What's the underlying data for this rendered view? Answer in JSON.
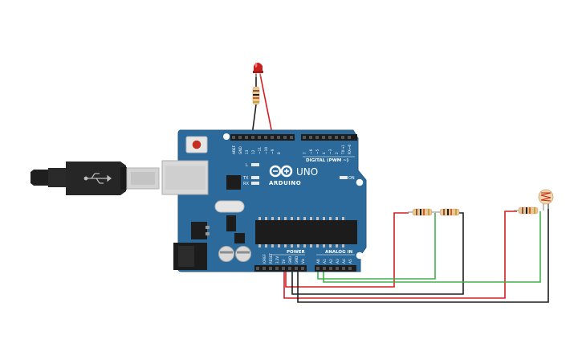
{
  "board": {
    "brand": "ARDUINO",
    "model": "UNO",
    "digital_label": "DIGITAL (PWM ~)",
    "power_label": "POWER",
    "analog_label": "ANALOG IN",
    "on_label": "ON",
    "led_l": "L",
    "led_tx": "TX",
    "led_rx": "RX",
    "digital_pins": [
      "AREF",
      "GND",
      "13",
      "12",
      "~11",
      "~10",
      "~9",
      "8",
      "7",
      "~6",
      "~5",
      "4",
      "~3",
      "2",
      "TX→1",
      "RX←0"
    ],
    "power_pins": [
      "IOREF",
      "RESET",
      "3.3V",
      "5V",
      "GND",
      "GND",
      "Vin"
    ],
    "analog_pins": [
      "A0",
      "A1",
      "A2",
      "A3",
      "A4",
      "A5"
    ]
  },
  "colors": {
    "board": "#2b6a9a",
    "wire_red": "#d21e22",
    "wire_black": "#1e1e1e",
    "wire_green": "#3fb24a",
    "resistor": "#e8c99c",
    "led": "#c8211d"
  },
  "components": [
    "usb-cable",
    "led",
    "resistor",
    "resistor",
    "resistor",
    "resistor",
    "photoresistor"
  ]
}
